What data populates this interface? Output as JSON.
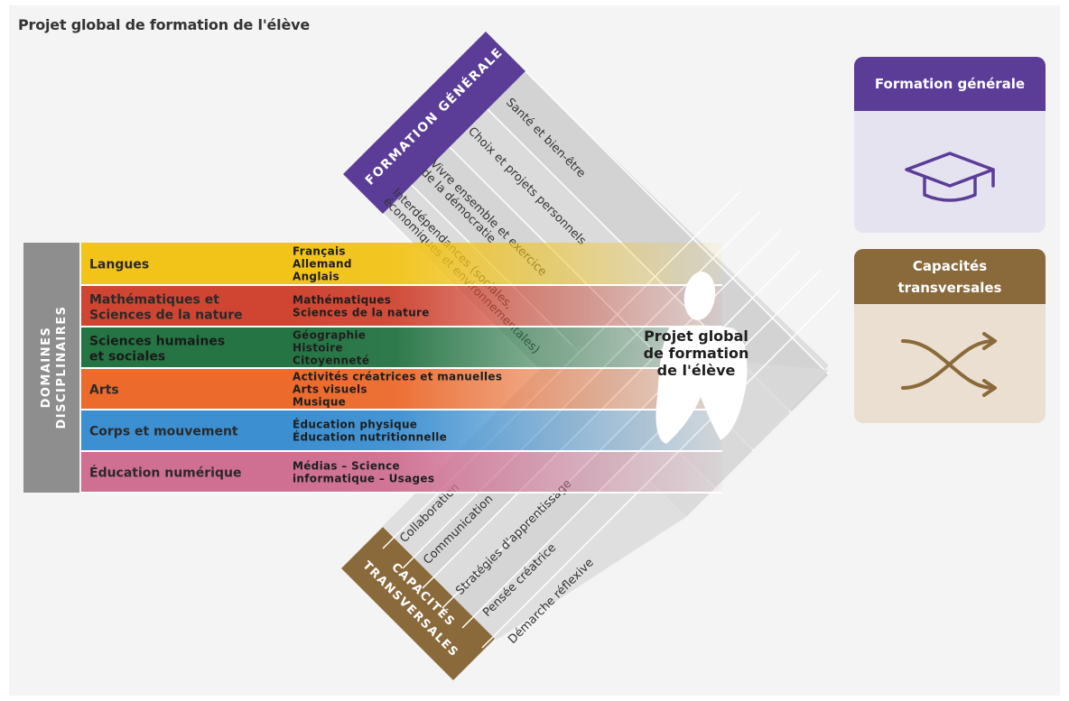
{
  "title": "Projet global de formation de l'élève",
  "colors": {
    "formation_generale": "#5b3d98",
    "capacites": "#8a6a3b",
    "domaines_band": "#8e8e8e",
    "langues": "#f2c318",
    "maths": "#cf4532",
    "sciences_humaines": "#257444",
    "arts": "#ec6a2c",
    "corps": "#3c8fd1",
    "numerique": "#cf6f92"
  },
  "formation_generale": {
    "band_label": "FORMATION GÉNÉRALE",
    "items": [
      "Santé et bien-être",
      "Choix et projets personnels",
      [
        "Vivre ensemble et exercice",
        "de la démocratie"
      ],
      [
        "Interdépendances (sociales,",
        "économiques et environnementales)"
      ]
    ]
  },
  "domaines": {
    "band_label_1": "DOMAINES",
    "band_label_2": "DISCIPLINAIRES",
    "rows": [
      {
        "name": [
          "Langues"
        ],
        "subjects": [
          "Français",
          "Allemand",
          "Anglais"
        ]
      },
      {
        "name": [
          "Mathématiques et",
          "Sciences de la nature"
        ],
        "subjects": [
          "Mathématiques",
          "Sciences de la nature"
        ]
      },
      {
        "name": [
          "Sciences humaines",
          "et sociales"
        ],
        "subjects": [
          "Géographie",
          "Histoire",
          "Citoyenneté"
        ]
      },
      {
        "name": [
          "Arts"
        ],
        "subjects": [
          "Activités créatrices et manuelles",
          "Arts visuels",
          "Musique"
        ]
      },
      {
        "name": [
          "Corps et mouvement"
        ],
        "subjects": [
          "Éducation physique",
          "Éducation nutritionnelle"
        ]
      },
      {
        "name": [
          "Éducation numérique"
        ],
        "subjects": [
          "Médias – Science",
          "informatique – Usages"
        ]
      }
    ]
  },
  "capacites": {
    "band_label_1": "CAPACITÉS",
    "band_label_2": "TRANSVERSALES",
    "items": [
      "Collaboration",
      "Communication",
      "Stratégies d'apprentissage",
      "Pensée créatrice",
      "Démarche réflexive"
    ]
  },
  "center": {
    "lines": [
      "Projet global",
      "de formation",
      "de l'élève"
    ]
  },
  "cards": {
    "formation_generale": {
      "title": "Formation générale",
      "icon": "graduation-cap-icon"
    },
    "capacites": {
      "title": "Capacités transversales",
      "icon": "crossing-arrows-icon"
    }
  }
}
